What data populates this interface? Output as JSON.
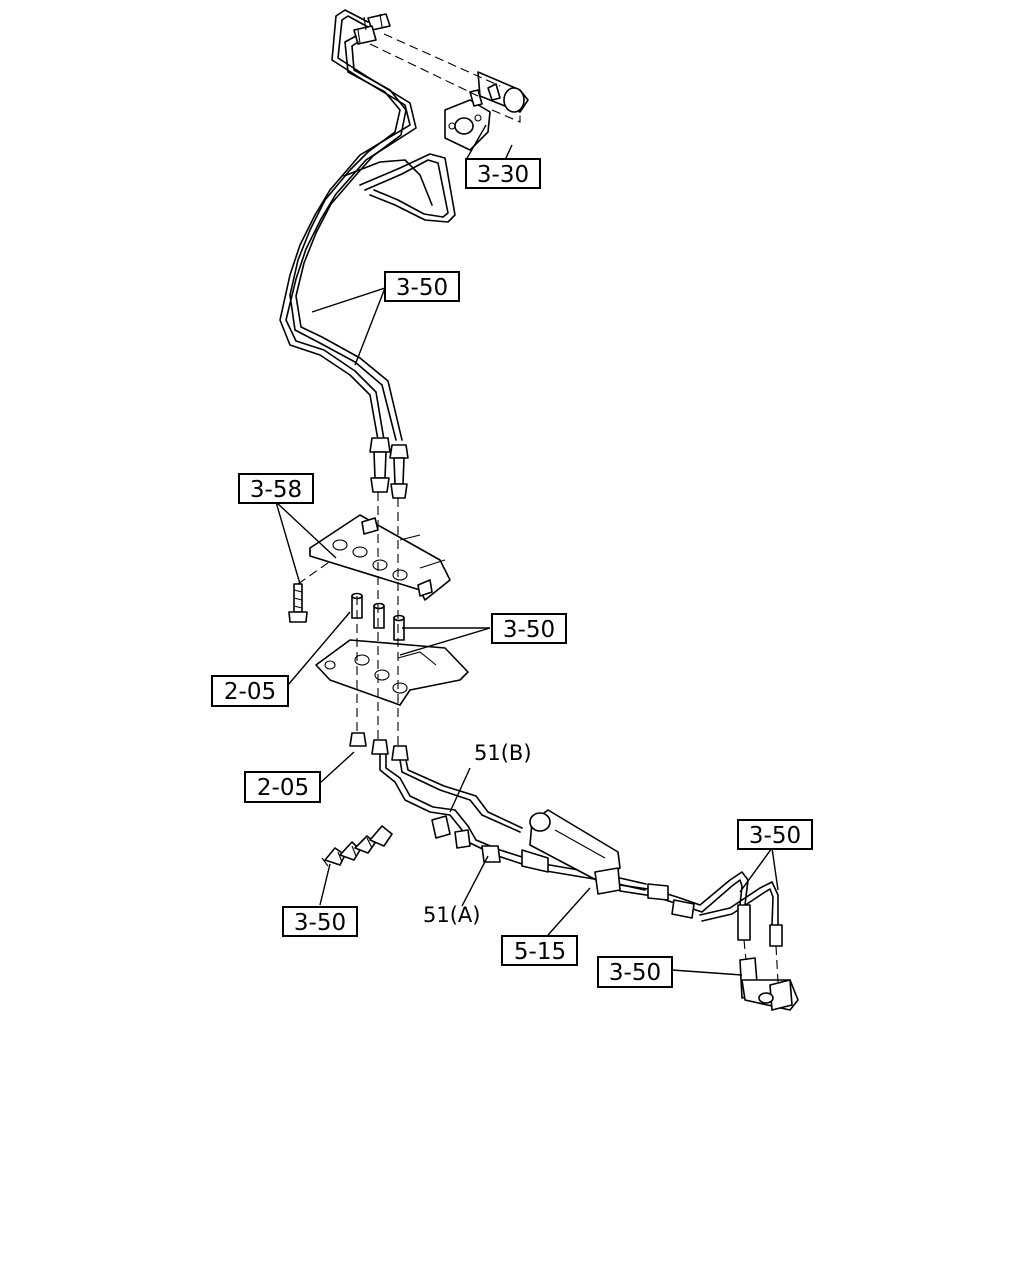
{
  "diagram": {
    "callouts": {
      "c_3_30": "3-30",
      "c_3_50_upper": "3-50",
      "c_3_58": "3-58",
      "c_3_50_mid": "3-50",
      "c_2_05_a": "2-05",
      "c_2_05_b": "2-05",
      "c_3_50_clips": "3-50",
      "c_3_50_right": "3-50",
      "c_5_15": "5-15",
      "c_3_50_tee": "3-50"
    },
    "labels": {
      "l_51b": "51(B)",
      "l_51a": "51(A)"
    },
    "colors": {
      "line": "#000000",
      "background": "#ffffff"
    }
  }
}
